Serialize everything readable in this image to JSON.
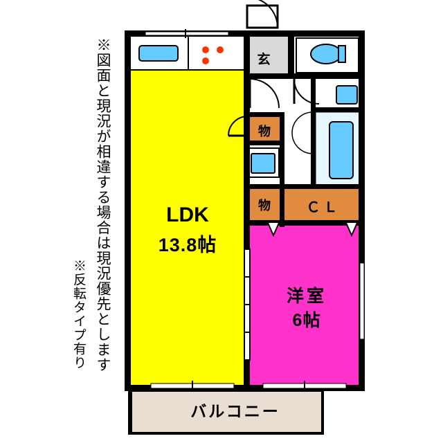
{
  "plan": {
    "notes": {
      "main": "※図面と現況が相違する場合は現況優先とします",
      "sub": "※反転タイプ有り"
    },
    "rooms": [
      {
        "id": "ldk",
        "name": "LDK",
        "size": "13.8帖",
        "color": "#ffff00"
      },
      {
        "id": "washitsu",
        "name": "洋室",
        "size": "6帖",
        "color": "#ff33cc"
      },
      {
        "id": "balcony",
        "name": "バルコニー",
        "color": "#e8ded1"
      },
      {
        "id": "genkan",
        "name": "玄",
        "color": "#d9d9d9"
      },
      {
        "id": "storage-1",
        "name": "物",
        "color": "#e08b3f"
      },
      {
        "id": "storage-2",
        "name": "物",
        "color": "#e08b3f"
      },
      {
        "id": "closet",
        "name": "ＣＬ",
        "color": "#e08b3f"
      }
    ],
    "fixtures": [
      {
        "id": "kitchen-sink",
        "color": "#66ccff"
      },
      {
        "id": "stove-burners",
        "color": "#ff3300"
      },
      {
        "id": "toilet",
        "color": "#66ccff"
      },
      {
        "id": "bathtub",
        "color": "#66ccff"
      },
      {
        "id": "washbasin",
        "color": "#66ccff"
      },
      {
        "id": "washing-machine",
        "color": "#66ccff"
      }
    ],
    "colors": {
      "wall": "#000000",
      "background": "#ffffff",
      "ldk": "#ffff00",
      "washitsu": "#ff33cc",
      "storage": "#e08b3f",
      "balcony": "#e8ded1",
      "genkan": "#d9d9d9",
      "water": "#66ccff",
      "stove": "#ff3300"
    }
  }
}
